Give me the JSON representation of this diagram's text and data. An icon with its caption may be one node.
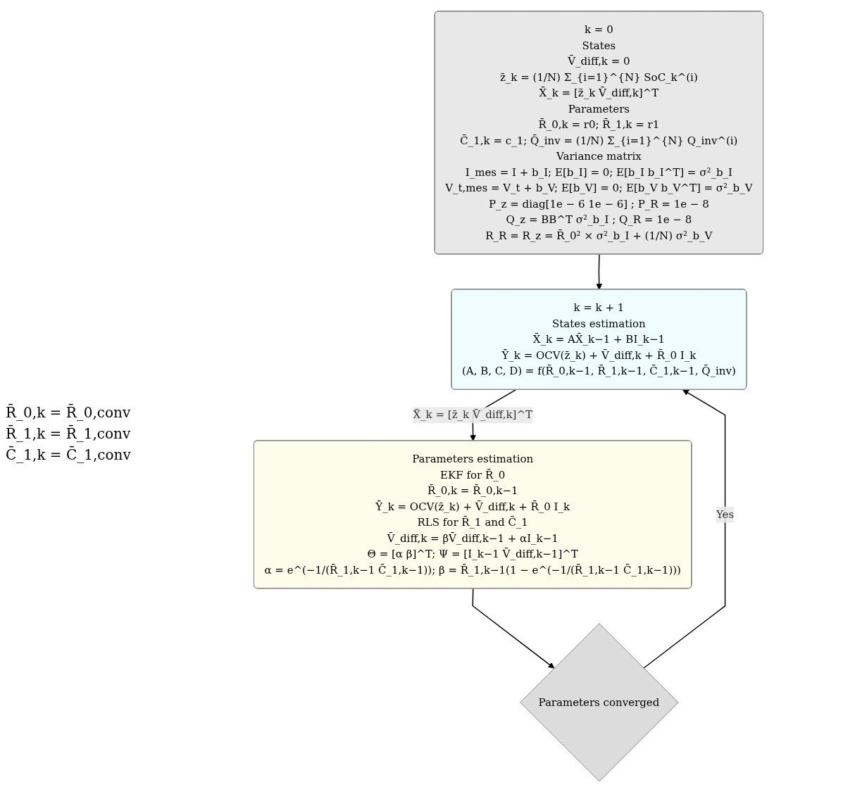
{
  "diagram": {
    "nodes": [
      {
        "text": [
          "k = 0",
          "States",
          "V̄_diff,k = 0",
          "z̄_k = (1/N) Σ_{i=1}^{N} SoC_k^(i)",
          "X̄_k = [z̄_k V̄_diff,k]^T",
          "Parameters",
          "R̄_0,k = r0; R̄_1,k = r1",
          "C̄_1,k = c_1; Q̄_inv = (1/N) Σ_{i=1}^{N} Q_inv^(i)",
          "Variance matrix",
          "I_mes = I + b_I; E[b_I] = 0; E[b_I b_I^T] = σ²_b_I",
          "V_t,mes = V_t + b_V; E[b_V] = 0; E[b_V b_V^T] = σ²_b_V",
          "P_z = diag[1e − 6 1e − 6] ; P_R = 1e − 8",
          "Q_z = BB^T σ²_b_I ; Q_R = 1e − 8",
          "R_R = R_z = R̄_0² × σ²_b_I + (1/N) σ²_b_V"
        ]
      },
      {
        "text": [
          "k = k + 1",
          "States estimation",
          "X̄_k = AX̄_k−1 + BI_k−1",
          "Ȳ_k = OCV(z̄_k) + V̄_diff,k + R̄_0 I_k",
          "(A, B, C, D) = f(R̄_0,k−1, R̄_1,k−1, C̄_1,k−1, Q̄_inv)"
        ]
      },
      {
        "text": [
          "Parameters estimation",
          "EKF for R̄_0",
          "R̄_0,k = R̄_0,k−1",
          "Ȳ_k = OCV(z̄_k) + V̄_diff,k + R̄_0 I_k",
          "RLS for R̄_1 and C̄_1",
          "V̄_diff,k = βV̄_diff,k−1 + αI_k−1",
          "Θ = [α β]^T; Ψ = [I_k−1 V̄_diff,k−1]^T",
          "α = e^(−1/(R̄_1,k−1 C̄_1,k−1)); β = R̄_1,k−1(1 − e^(−1/(R̄_1,k−1 C̄_1,k−1)))"
        ]
      },
      {
        "text": [
          "Parameters converged"
        ]
      }
    ],
    "edges": [
      {
        "from": 0,
        "to": 1,
        "arrow": "to"
      },
      {
        "from": 1,
        "to": 2,
        "arrow": "to",
        "label": "X̄_k = [z̄_k V̄_diff,k]^T"
      },
      {
        "from": 2,
        "to": 3,
        "arrow": "to"
      },
      {
        "from": 3,
        "to": 1,
        "arrow": "to",
        "label": "Yes"
      }
    ],
    "labels": [
      "R̄_0,k = R̄_0,conv",
      "R̄_1,k = R̄_1,conv",
      "C̄_1,k = C̄_1,conv"
    ]
  }
}
